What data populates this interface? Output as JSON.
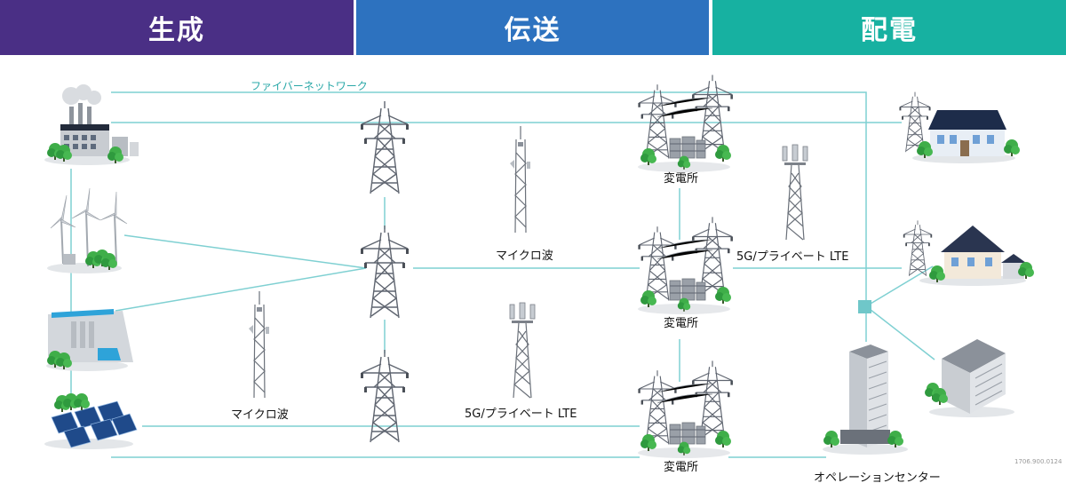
{
  "headers": {
    "generation": "生成",
    "transmission": "伝送",
    "distribution": "配電"
  },
  "labels": {
    "fiber_network": "ファイバーネットワーク",
    "microwave_1": "マイクロ波",
    "microwave_2": "マイクロ波",
    "lte_1": "5G/プライベート LTE",
    "lte_2": "5G/プライベート LTE",
    "substation_1": "変電所",
    "substation_2": "変電所",
    "substation_3": "変電所",
    "operations_center": "オペレーションセンター",
    "doc_code": "1706.900.0124"
  },
  "colors": {
    "generation": "#4a2f85",
    "transmission": "#2d72bf",
    "distribution": "#17b1a1",
    "link": "#7fd0d2",
    "fiber_text": "#2aa8a8"
  },
  "icons": [
    "power-plant-icon",
    "wind-turbine-icon",
    "dam-icon",
    "solar-panel-icon",
    "transmission-tower-icon",
    "radio-tower-icon",
    "substation-icon",
    "house-icon",
    "office-building-icon",
    "tree-icon",
    "network-node-icon"
  ]
}
